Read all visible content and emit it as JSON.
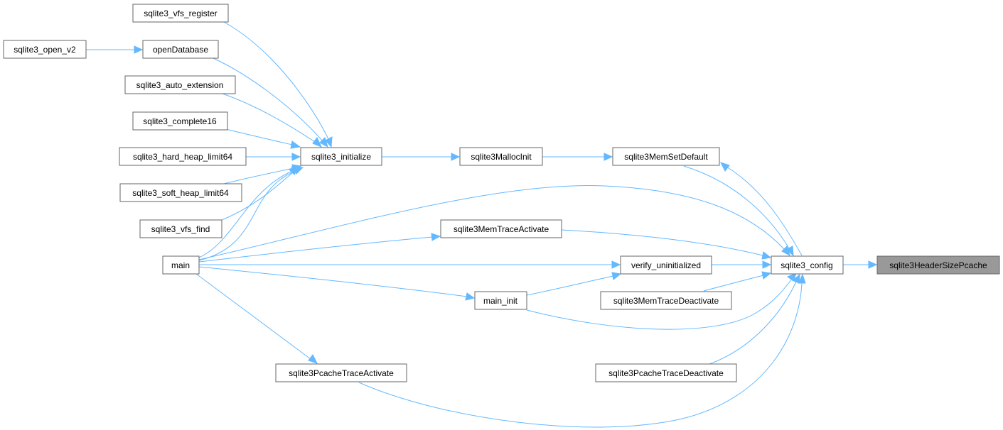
{
  "nodes": {
    "vfs_register": "sqlite3_vfs_register",
    "open_v2": "sqlite3_open_v2",
    "openDatabase": "openDatabase",
    "auto_extension": "sqlite3_auto_extension",
    "complete16": "sqlite3_complete16",
    "hard_heap_limit64": "sqlite3_hard_heap_limit64",
    "soft_heap_limit64": "sqlite3_soft_heap_limit64",
    "vfs_find": "sqlite3_vfs_find",
    "main": "main",
    "initialize": "sqlite3_initialize",
    "mallocInit": "sqlite3MallocInit",
    "memSetDefault": "sqlite3MemSetDefault",
    "memTraceActivate": "sqlite3MemTraceActivate",
    "verify_uninitialized": "verify_uninitialized",
    "main_init": "main_init",
    "memTraceDeactivate": "sqlite3MemTraceDeactivate",
    "pcacheTraceActivate": "sqlite3PcacheTraceActivate",
    "pcacheTraceDeactivate": "sqlite3PcacheTraceDeactivate",
    "config": "sqlite3_config",
    "headerSizePcache": "sqlite3HeaderSizePcache"
  },
  "colors": {
    "edge": "#63b8ff",
    "node_border": "#666666",
    "highlight_fill": "#999999"
  }
}
